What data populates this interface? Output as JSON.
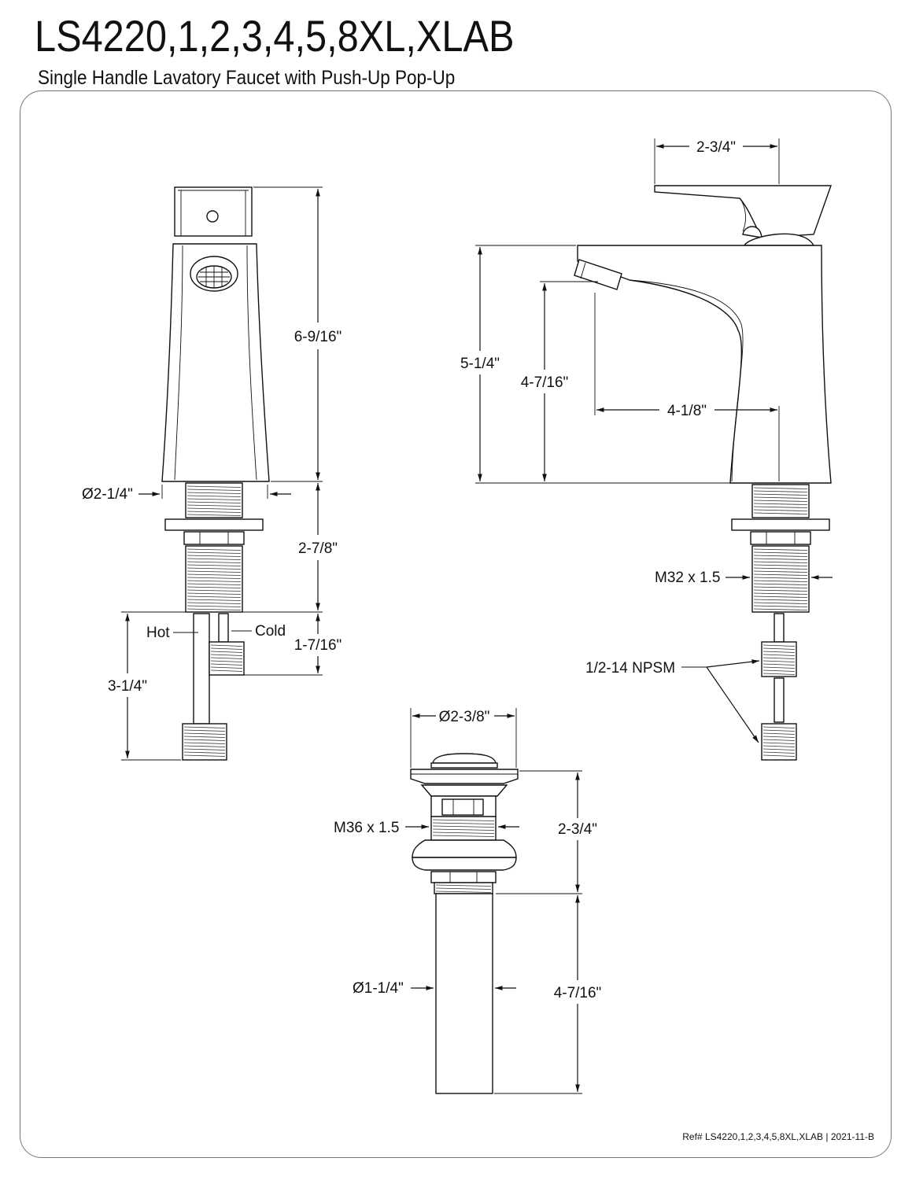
{
  "header": {
    "model": "LS4220,1,2,3,4,5,8XL,XLAB",
    "subtitle": "Single Handle Lavatory Faucet with Push-Up Pop-Up"
  },
  "front_view": {
    "height_label": "6-9/16\"",
    "base_diameter_label": "Ø2-1/4\"",
    "shank_label": "2-7/8\"",
    "hot_label": "Hot",
    "cold_label": "Cold",
    "cold_supply_label": "1-7/16\"",
    "hot_supply_label": "3-1/4\""
  },
  "side_view": {
    "handle_label": "2-3/4\"",
    "body_height_label": "5-1/4\"",
    "spout_height_label": "4-7/16\"",
    "spout_reach_label": "4-1/8\"",
    "thread_label": "M32 x 1.5",
    "npsm_label": "1/2-14 NPSM"
  },
  "drain_view": {
    "flange_diameter_label": "Ø2-3/8\"",
    "thread_label": "M36 x 1.5",
    "body_height_label": "2-3/4\"",
    "tail_diameter_label": "Ø1-1/4\"",
    "tail_length_label": "4-7/16\""
  },
  "footer": {
    "reference": "Ref# LS4220,1,2,3,4,5,8XL,XLAB | 2021-11-B"
  },
  "colors": {
    "line": "#111111",
    "frame": "#777777",
    "background": "#ffffff"
  }
}
